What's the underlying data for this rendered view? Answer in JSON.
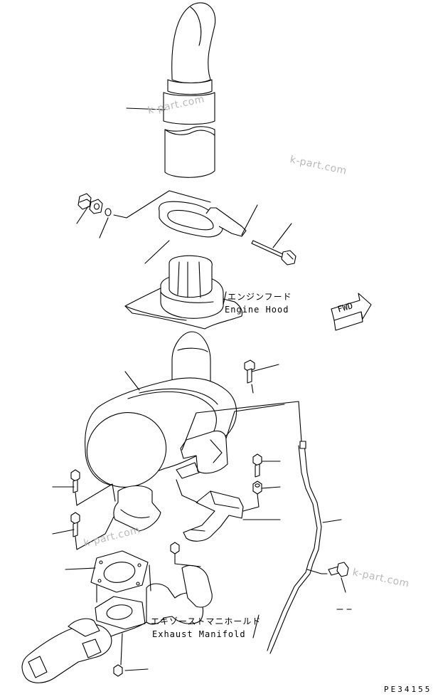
{
  "labels": {
    "engine_hood_jp": "エンジンフード",
    "engine_hood_en": "Engine Hood",
    "exhaust_manifold_jp": "エキゾーストマニホールド",
    "exhaust_manifold_en": "Exhaust Manifold",
    "fwd": "FWD",
    "drawing_code": "PE34155"
  },
  "watermarks": [
    "k-part.com",
    "k-part.com",
    "k-part.com",
    "k-part.com"
  ],
  "parts": [
    "exhaust-stack",
    "nut-pair",
    "lock-washer",
    "exhaust-clamp",
    "clamp-bolt",
    "hood-adapter",
    "muffler",
    "muffler-bolt",
    "stay-bolt-left-upper",
    "stay-bolt-left-lower",
    "gasket",
    "bracket-stay",
    "stay-bolt-right",
    "stay-washer",
    "drain-pipe",
    "pipe-clip-bolt",
    "manifold-nut",
    "stud-nut"
  ]
}
